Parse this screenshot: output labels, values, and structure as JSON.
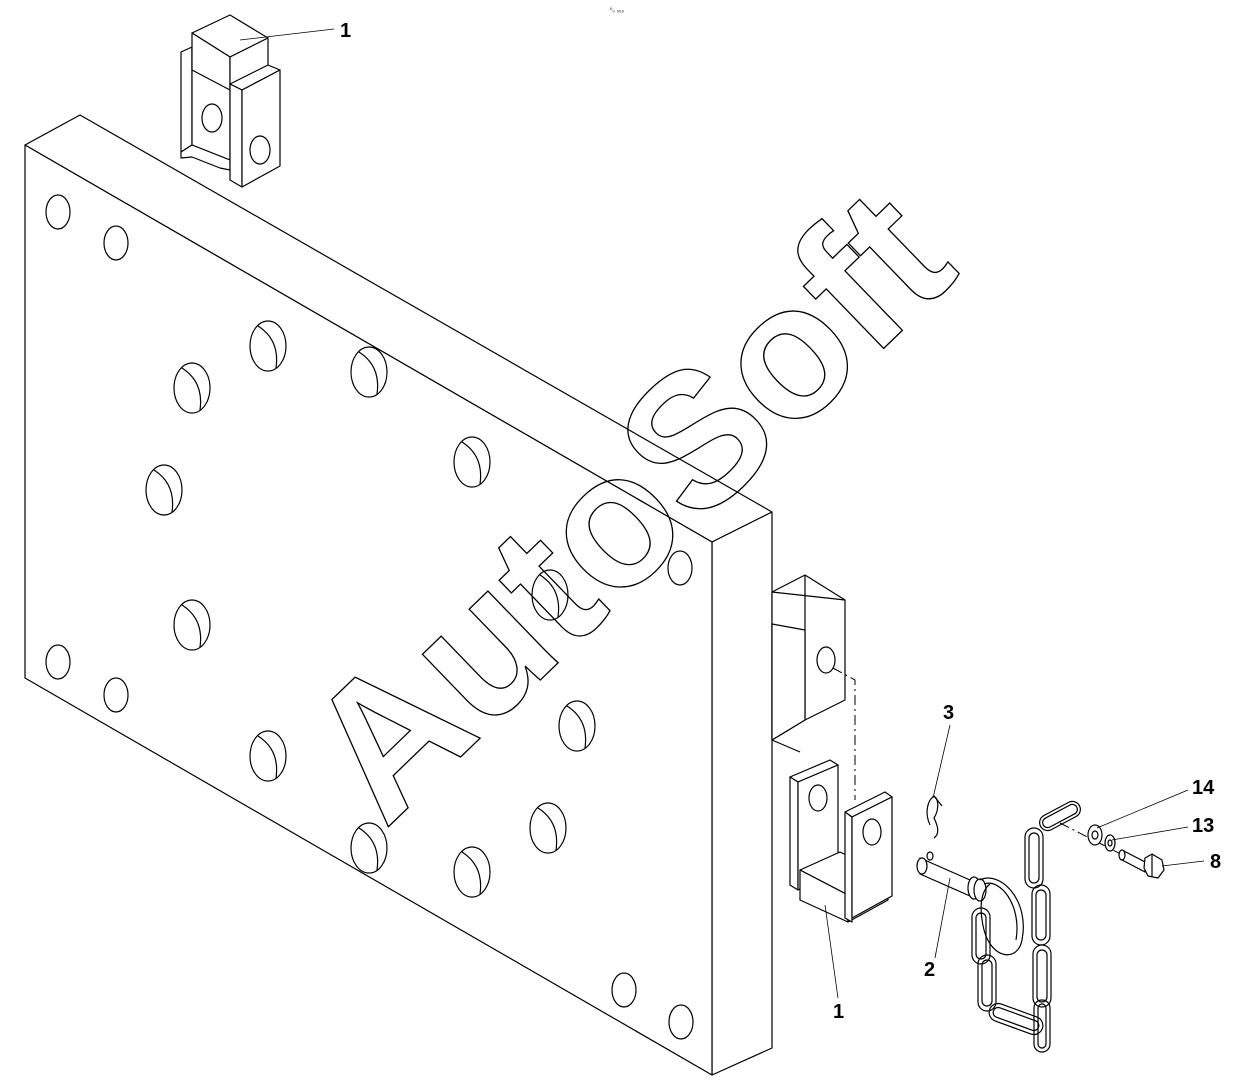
{
  "header": {
    "mark": "⁰₀ ₀₀₀"
  },
  "watermark": {
    "text": "AutoSoft"
  },
  "callouts": [
    {
      "id": "c1-top",
      "label": "1"
    },
    {
      "id": "c3",
      "label": "3"
    },
    {
      "id": "c14",
      "label": "14"
    },
    {
      "id": "c13",
      "label": "13"
    },
    {
      "id": "c8",
      "label": "8"
    },
    {
      "id": "c2",
      "label": "2"
    },
    {
      "id": "c1-bottom",
      "label": "1"
    }
  ]
}
